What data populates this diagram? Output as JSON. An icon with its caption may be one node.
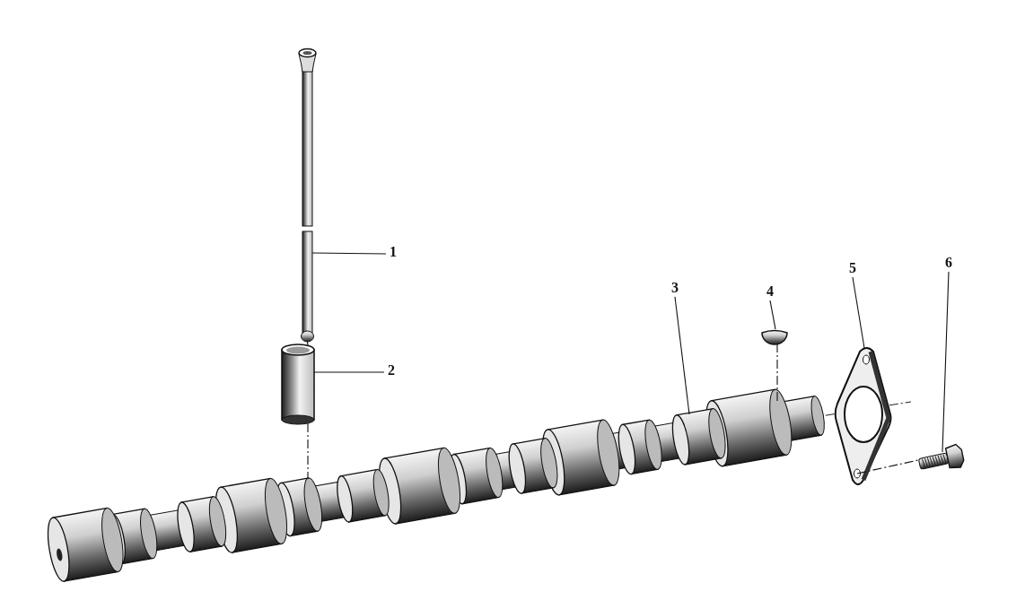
{
  "diagram": {
    "nodes": [
      {
        "text": [
          "1"
        ]
      },
      {
        "text": [
          "2"
        ]
      },
      {
        "text": [
          "3"
        ]
      },
      {
        "text": [
          "4"
        ]
      },
      {
        "text": [
          "5"
        ]
      },
      {
        "text": [
          "6"
        ]
      },
      {
        "text": [],
        "shape": "picture"
      },
      {
        "text": [],
        "shape": "picture"
      },
      {
        "text": [],
        "shape": "picture"
      },
      {
        "text": [],
        "shape": "picture"
      },
      {
        "text": [],
        "shape": "picture"
      },
      {
        "text": [],
        "shape": "picture"
      }
    ],
    "edges": [
      {
        "from": 0,
        "to": 6,
        "arrow": "none"
      },
      {
        "from": 1,
        "to": 7,
        "arrow": "none"
      },
      {
        "from": 2,
        "to": 8,
        "arrow": "none"
      },
      {
        "from": 3,
        "to": 9,
        "arrow": "none"
      },
      {
        "from": 4,
        "to": 10,
        "arrow": "none"
      },
      {
        "from": 5,
        "to": 11,
        "arrow": "none"
      },
      {
        "from": 6,
        "to": 7,
        "arrow": "none",
        "style": "dashed"
      },
      {
        "from": 7,
        "to": 8,
        "arrow": "none",
        "style": "dashed"
      },
      {
        "from": 9,
        "to": 8,
        "arrow": "none",
        "style": "dashed"
      },
      {
        "from": 10,
        "to": 11,
        "arrow": "none",
        "style": "dashed"
      }
    ]
  }
}
